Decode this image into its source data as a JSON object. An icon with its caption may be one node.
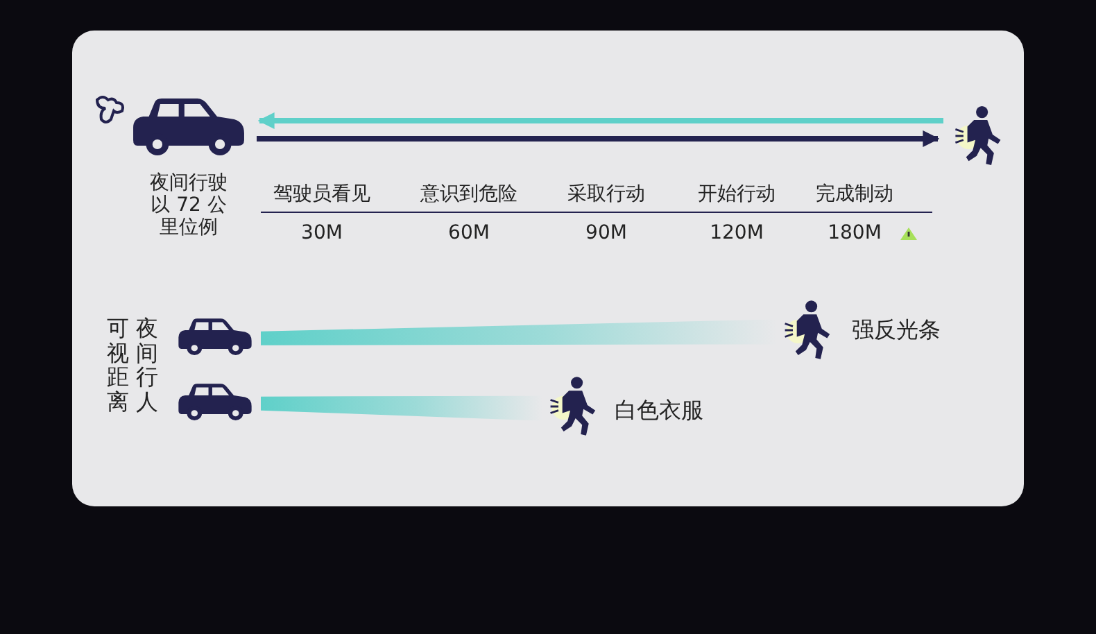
{
  "diagram": {
    "nodes": [
      {
        "text": [],
        "shape": "car",
        "beside": [
          "夜间行驶以 72 公里位例"
        ]
      },
      {
        "text": [],
        "shape": "person"
      },
      {
        "text": [],
        "shape": "car"
      },
      {
        "text": [],
        "shape": "person",
        "beside": [
          "强反光条"
        ]
      },
      {
        "text": [],
        "shape": "car"
      },
      {
        "text": [],
        "shape": "person",
        "beside": [
          "白色衣服"
        ]
      }
    ],
    "edges": [
      {
        "from": 1,
        "to": 0,
        "arrow": "to",
        "color": "#5fd0c9"
      },
      {
        "from": 0,
        "to": 1,
        "arrow": "to",
        "color": "#23224f"
      },
      {
        "from": 2,
        "to": 3,
        "arrow": "none",
        "style": "thick",
        "color": "#5fd0c9"
      },
      {
        "from": 4,
        "to": 5,
        "arrow": "none",
        "style": "thick",
        "color": "#5fd0c9"
      }
    ],
    "labels": [
      "驾驶员看见",
      "意识到危险",
      "采取行动",
      "开始行动",
      "完成制动",
      "30M",
      "60M",
      "90M",
      "120M",
      "180M",
      "可视距离",
      "夜间行人"
    ]
  }
}
